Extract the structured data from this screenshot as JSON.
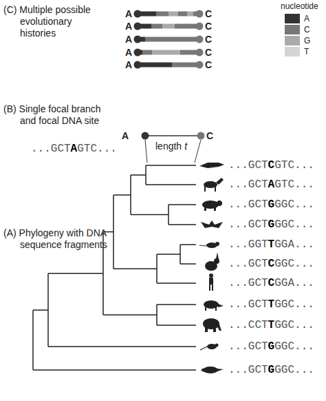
{
  "diagram": {
    "labels": [
      "(C) Multiple possible evolutionary histories",
      "(B) Single focal branch and focal DNA site",
      "(A) Phylogeny with DNA sequence fragments",
      "nucleotide",
      "A",
      "C",
      "A",
      "C",
      "A",
      "C",
      "A",
      "C",
      "A",
      "C",
      "A",
      "C",
      "length",
      "t",
      "...GCT",
      "A",
      "GTC...",
      "...GCT",
      "C",
      "GTC...",
      "...GCT",
      "A",
      "GTC...",
      "...GCT",
      "G",
      "GGC...",
      "...GCT",
      "G",
      "GGC...",
      "...GGT",
      "T",
      "GGA...",
      "...GCT",
      "C",
      "GGC...",
      "...GCT",
      "C",
      "GGA...",
      "...GCT",
      "T",
      "GGC...",
      "...CCT",
      "T",
      "GGC...",
      "...GCT",
      "G",
      "GGC...",
      "...GCT",
      "G",
      "GGC..."
    ],
    "legend": [
      {
        "text": "A",
        "color": "#333333"
      },
      {
        "text": "C",
        "color": "#777777"
      },
      {
        "text": "G",
        "color": "#aaaaaa"
      },
      {
        "text": "T",
        "color": "#d4d4d4"
      }
    ]
  }
}
